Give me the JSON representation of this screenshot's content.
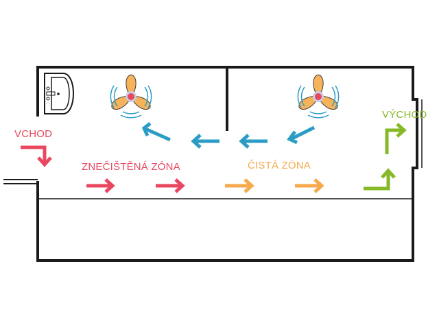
{
  "labels": {
    "entrance": "VCHOD",
    "dirty_zone": "ZNEČIŠTĚNÁ ZÓNA",
    "clean_zone": "ČISTÁ ZÓNA",
    "exit": "VÝCHOD"
  },
  "colors": {
    "wall": "#1a1a1a",
    "dirty": "#e8475f",
    "clean": "#f7a94d",
    "air": "#2b9cc4",
    "exit": "#86b928",
    "fan_blade": "#f7b35a",
    "fan_hub": "#e8475f"
  },
  "icons": [
    "sink-icon",
    "fan-icon",
    "arrow-icon"
  ]
}
